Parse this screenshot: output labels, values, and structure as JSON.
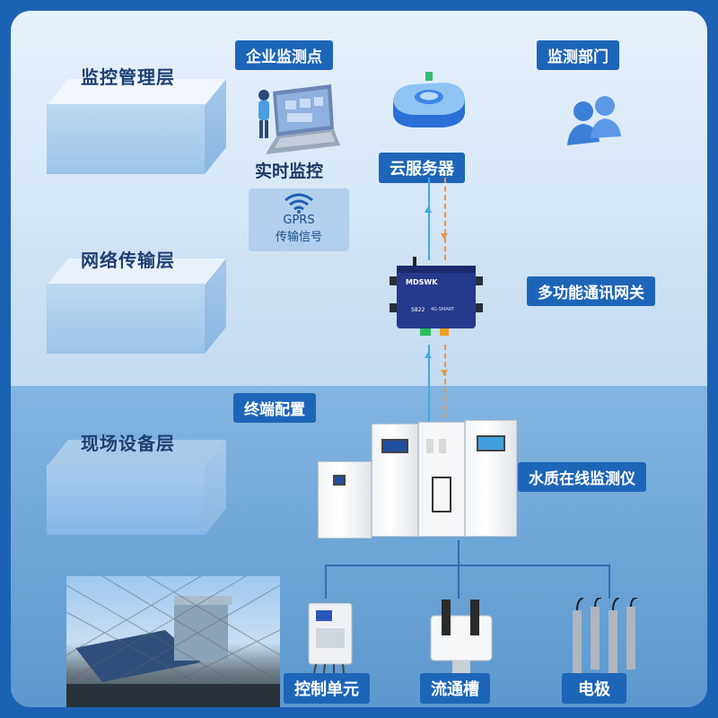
{
  "layers": {
    "management": "监控管理层",
    "network": "网络传输层",
    "field": "现场设备层"
  },
  "tags": {
    "enterprise_point": "企业监测点",
    "monitor_dept": "监测部门",
    "cloud_server": "云服务器",
    "gateway": "多功能通讯网关",
    "terminal_config": "终端配置",
    "water_analyzer": "水质在线监测仪",
    "control_unit": "控制单元",
    "flow_tank": "流通槽",
    "electrode": "电极"
  },
  "captions": {
    "realtime": "实时监控"
  },
  "gprs": {
    "line1": "GPRS",
    "line2": "传输信号"
  },
  "gateway_device": {
    "brand": "MDSWK",
    "model": "S822",
    "sub": "4G-SMART"
  },
  "colors": {
    "frame": "#1c62b4",
    "tag_bg": "#1d65b8",
    "uplink": "#3fa9e0",
    "downlink": "#e8954a"
  }
}
